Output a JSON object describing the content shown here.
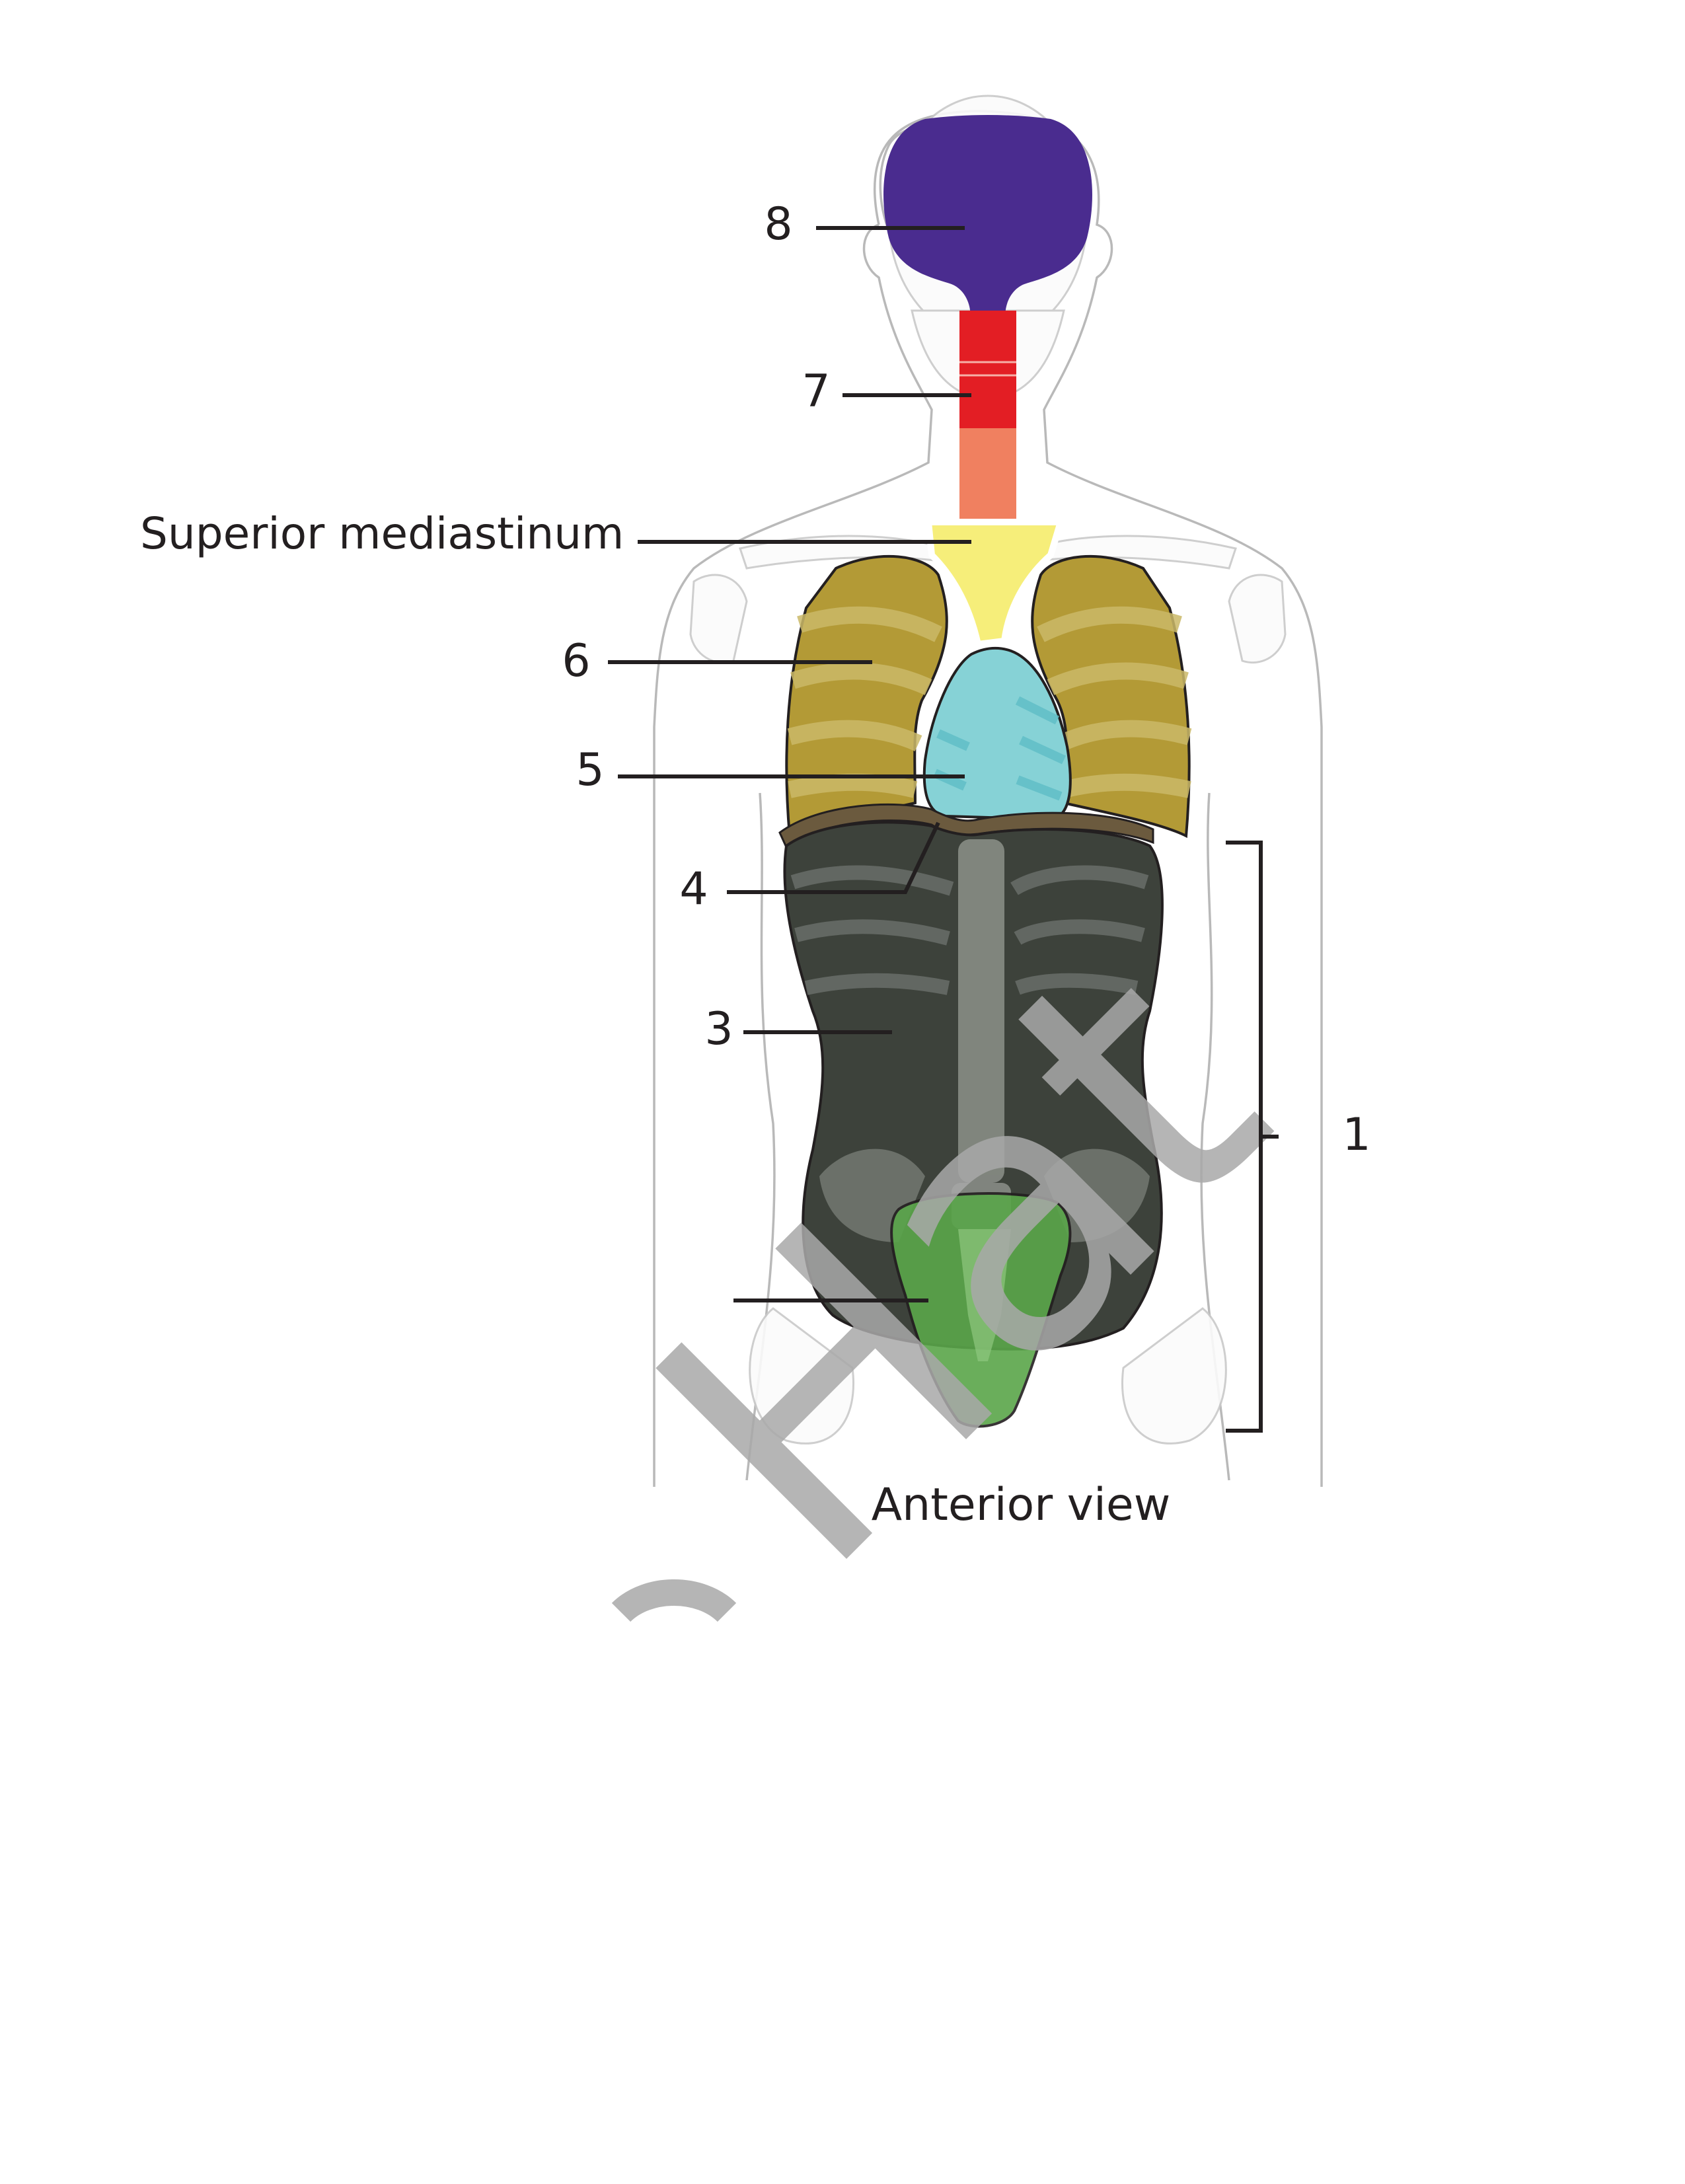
{
  "diagram": {
    "caption": "Anterior view",
    "labels": {
      "l8": "8",
      "l7": "7",
      "superior": "Superior mediastinum",
      "l6": "6",
      "l5": "5",
      "l4": "4",
      "l3": "3",
      "l1": "1"
    },
    "watermark": "Hat"
  },
  "colors": {
    "cranial": "#4a2c8f",
    "vertebral_upper": "#e31e24",
    "vertebral_lower": "#f08060",
    "superior_mediastinum": "#f6ee7a",
    "pleural": "#b39a36",
    "pericardial": "#86d2d6",
    "diaphragm": "#6b5a3e",
    "abdominal": "#3d423b",
    "pelvic": "#5aa64a",
    "watermark": "#a9a9a9"
  }
}
